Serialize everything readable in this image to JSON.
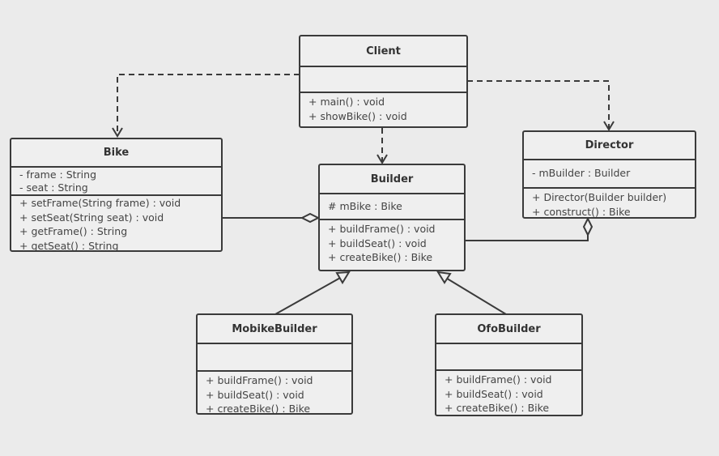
{
  "classes": {
    "client": {
      "name": "Client",
      "attributes": [],
      "methods": [
        "+ main() : void",
        "+ showBike() : void"
      ]
    },
    "bike": {
      "name": "Bike",
      "attributes": [
        "- frame : String",
        "- seat : String"
      ],
      "methods": [
        "+ setFrame(String frame) : void",
        "+ setSeat(String seat) : void",
        "+ getFrame() : String",
        "+ getSeat() : String"
      ]
    },
    "builder": {
      "name": "Builder",
      "attributes": [
        "# mBike : Bike"
      ],
      "methods": [
        "+ buildFrame() : void",
        "+ buildSeat() : void",
        "+ createBike() : Bike"
      ]
    },
    "director": {
      "name": "Director",
      "attributes": [
        "- mBuilder : Builder"
      ],
      "methods": [
        "+ Director(Builder builder)",
        "+ construct() : Bike"
      ]
    },
    "mobike": {
      "name": "MobikeBuilder",
      "attributes": [],
      "methods": [
        "+ buildFrame() : void",
        "+ buildSeat() : void",
        "+ createBike() : Bike"
      ]
    },
    "ofo": {
      "name": "OfoBuilder",
      "attributes": [],
      "methods": [
        "+ buildFrame() : void",
        "+ buildSeat() : void",
        "+ createBike() : Bike"
      ]
    }
  },
  "relations": [
    {
      "from": "Client",
      "to": "Bike",
      "type": "dependency"
    },
    {
      "from": "Client",
      "to": "Builder",
      "type": "dependency"
    },
    {
      "from": "Client",
      "to": "Director",
      "type": "dependency"
    },
    {
      "from": "Builder",
      "to": "Bike",
      "type": "aggregation"
    },
    {
      "from": "Director",
      "to": "Builder",
      "type": "aggregation"
    },
    {
      "from": "MobikeBuilder",
      "to": "Builder",
      "type": "generalization"
    },
    {
      "from": "OfoBuilder",
      "to": "Builder",
      "type": "generalization"
    }
  ],
  "colors": {
    "background": "#ebebeb",
    "stroke": "#3a3a3a",
    "box_fill": "#efefef"
  }
}
